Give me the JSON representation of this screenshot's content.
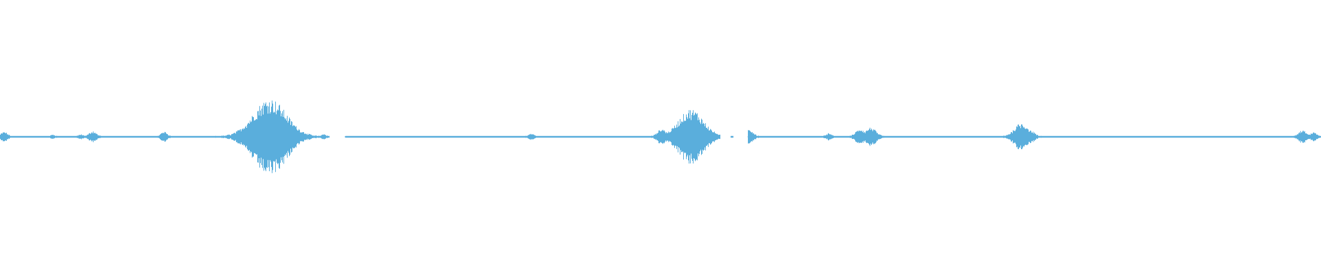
{
  "waveform": {
    "color": "#5aaedc",
    "background": "#ffffff",
    "segments": [
      {
        "start": 0.0,
        "end": 0.249
      },
      {
        "start": 0.261,
        "end": 0.545
      },
      {
        "start": 0.553,
        "end": 0.555
      },
      {
        "start": 0.566,
        "end": 1.0
      }
    ],
    "peaks": [
      {
        "pos": 0.003,
        "amp": 0.12
      },
      {
        "pos": 0.04,
        "amp": 0.05
      },
      {
        "pos": 0.061,
        "amp": 0.05
      },
      {
        "pos": 0.07,
        "amp": 0.14
      },
      {
        "pos": 0.124,
        "amp": 0.12
      },
      {
        "pos": 0.204,
        "amp": 1.0
      },
      {
        "pos": 0.245,
        "amp": 0.06
      },
      {
        "pos": 0.402,
        "amp": 0.08
      },
      {
        "pos": 0.501,
        "amp": 0.2
      },
      {
        "pos": 0.523,
        "amp": 0.72
      },
      {
        "pos": 0.567,
        "amp": 0.18
      },
      {
        "pos": 0.627,
        "amp": 0.08
      },
      {
        "pos": 0.651,
        "amp": 0.2
      },
      {
        "pos": 0.659,
        "amp": 0.24
      },
      {
        "pos": 0.773,
        "amp": 0.36
      },
      {
        "pos": 0.78,
        "amp": 0.16
      },
      {
        "pos": 0.986,
        "amp": 0.16
      },
      {
        "pos": 0.994,
        "amp": 0.12
      }
    ]
  }
}
